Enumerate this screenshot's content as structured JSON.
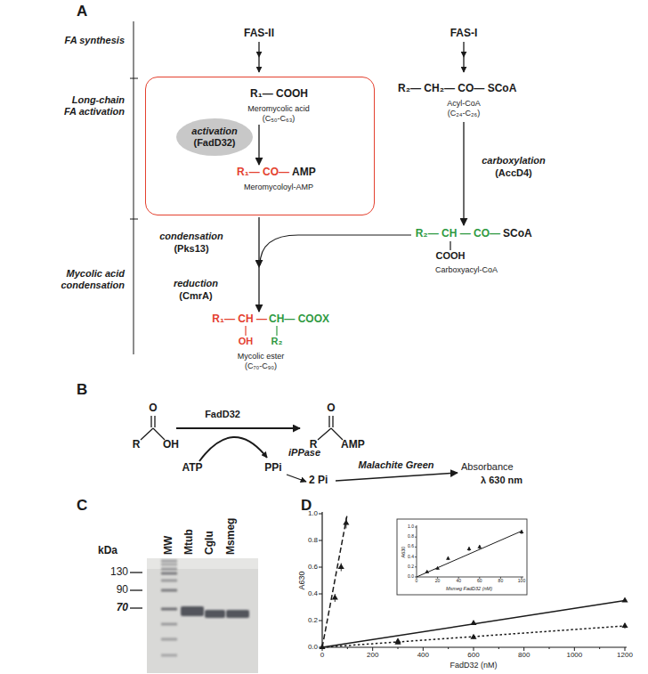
{
  "diagram": {
    "nodes": [
      {
        "text": [
          "R₁— COOH",
          "Meromycolic acid",
          "(C₅₀-C₆₃)",
          "R₁— CO—",
          "AMP",
          "Meromycoloyl-AMP"
        ]
      },
      {
        "text": [
          "activation",
          "(FadD32)"
        ],
        "in": 0
      }
    ],
    "labels": [
      "A",
      "FA synthesis",
      "Long-chain FA activation",
      "Mycolic acid condensation",
      "FAS-II",
      "FAS-I",
      "R₂— CH₂— CO— SCoA",
      "Acyl-CoA",
      "(C₂₄-C₂₆)",
      "carboxylation",
      "(AccD4)",
      "R₂— CH — CO—",
      "SCoA",
      "COOH",
      "Carboxyacyl-CoA",
      "condensation",
      "(Pks13)",
      "reduction",
      "(CmrA)",
      "R₁— CH —",
      "CH— COOX",
      "OH",
      "R₂",
      "Mycolic ester",
      "(C₇₀-C₉₀)",
      "B",
      "O",
      "R",
      "OH",
      "FadD32",
      "O",
      "R",
      "AMP",
      "ATP",
      "PPi",
      "iPPase",
      "2 Pi",
      "Malachite Green",
      "Absorbance",
      "λ 630 nm",
      "C",
      "kDa",
      "130",
      "90",
      "70",
      "MW",
      "Mtub",
      "Cglu",
      "Msmeg",
      "D",
      "A630",
      "FadD32 (nM)",
      "0",
      "200",
      "400",
      "600",
      "800",
      "1000",
      "1200",
      "0.0",
      "0.2",
      "0.4",
      "0.6",
      "0.8",
      "1.0",
      "A630",
      "Msmeg FadD32 (nM)",
      "0",
      "20",
      "40",
      "60",
      "80",
      "100",
      "0.0",
      "0.2",
      "0.4",
      "0.6",
      "0.8",
      "1.0"
    ]
  }
}
